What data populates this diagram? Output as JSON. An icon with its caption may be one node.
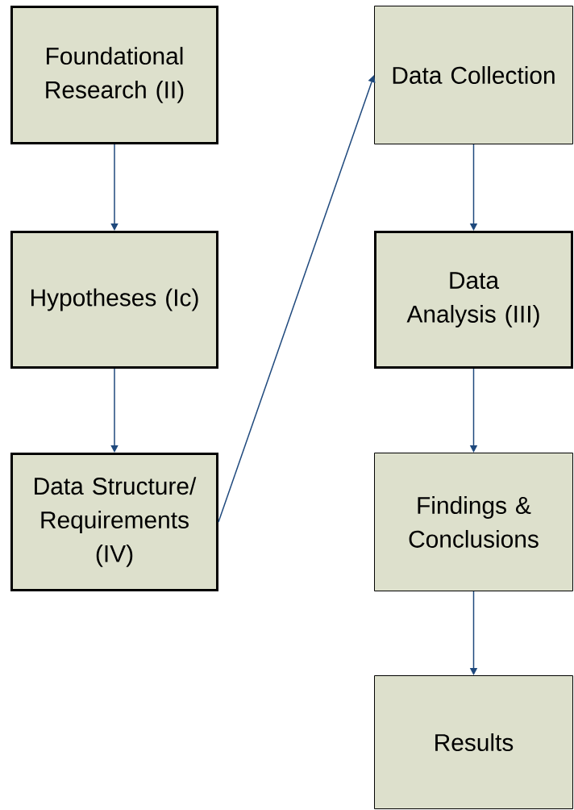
{
  "diagram": {
    "nodes": [
      {
        "text": [
          "Foundational Research (II)"
        ]
      },
      {
        "text": [
          "Hypotheses (Ic)"
        ]
      },
      {
        "text": [
          "Data Structure/ Requirements (IV)"
        ]
      },
      {
        "text": [
          "Data Collection"
        ]
      },
      {
        "text": [
          "Data Analysis (III)"
        ]
      },
      {
        "text": [
          "Findings & Conclusions"
        ]
      },
      {
        "text": [
          "Results"
        ]
      }
    ],
    "edges": [
      {
        "from": 0,
        "to": 1,
        "arrow": "to"
      },
      {
        "from": 1,
        "to": 2,
        "arrow": "to"
      },
      {
        "from": 2,
        "to": 3,
        "arrow": "to"
      },
      {
        "from": 3,
        "to": 4,
        "arrow": "to"
      },
      {
        "from": 4,
        "to": 5,
        "arrow": "to"
      },
      {
        "from": 5,
        "to": 6,
        "arrow": "to"
      }
    ]
  }
}
